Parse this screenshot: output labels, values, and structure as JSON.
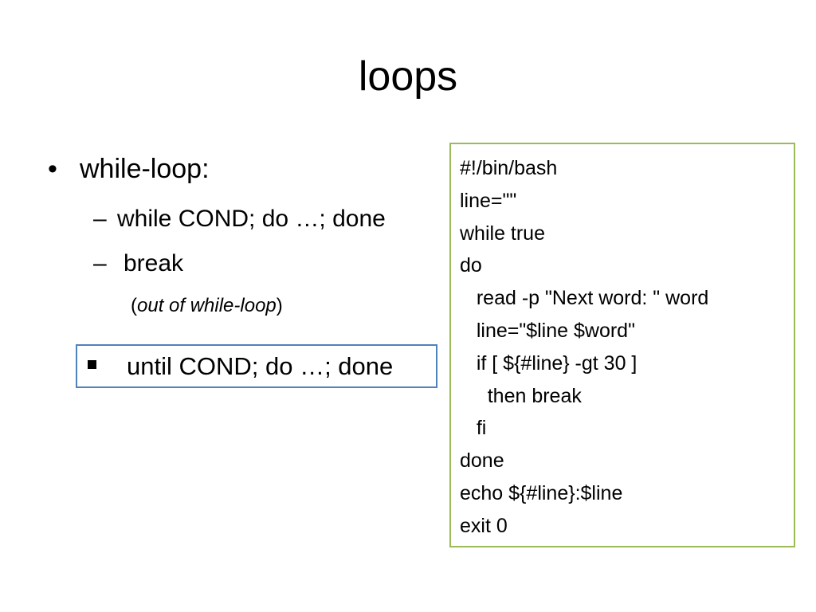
{
  "slide": {
    "title": "loops"
  },
  "bullets": {
    "main": "while-loop:",
    "main_marker": "•",
    "sub1_marker": "–",
    "sub1": "while COND; do …; done",
    "sub2_marker": "–",
    "sub2": "break",
    "sub3_open": "(",
    "sub3_italic": "out of while-loop",
    "sub3_close": ")"
  },
  "until_box": {
    "text": "until COND; do …; done"
  },
  "code": {
    "lines": [
      "#!/bin/bash",
      "line=\"\"",
      "while true",
      "do",
      "   read -p \"Next word: \" word",
      "   line=\"$line $word\"",
      "   if [ ${#line} -gt 30 ]",
      "     then break",
      "   fi",
      "done",
      "echo ${#line}:$line",
      "exit 0"
    ]
  }
}
